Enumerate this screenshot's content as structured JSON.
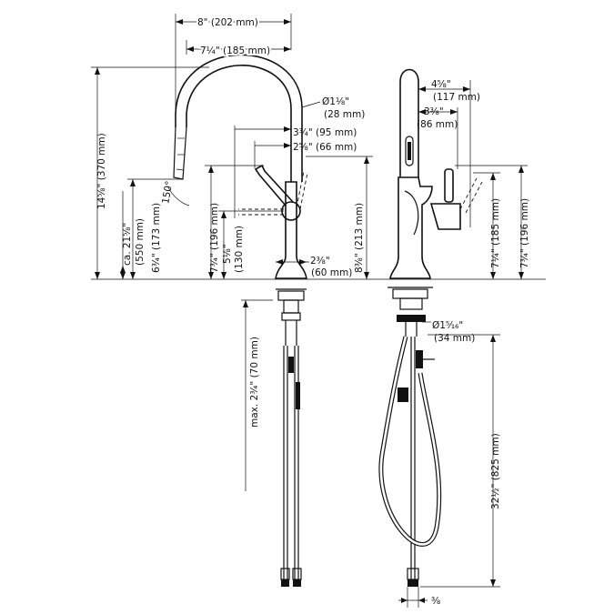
{
  "dimensions": {
    "width_total": "8\" (202 mm)",
    "width_spout": "7¼\" (185 mm)",
    "spout_diameter": "Ø1⅛\"",
    "spout_diameter_mm": "(28 mm)",
    "reach_handle": "3¾\" (95 mm)",
    "reach_handle_inner": "2⅝\" (66 mm)",
    "height_total": "14⅝\" (370 mm)",
    "height_max": "ca. 21⅝\"",
    "height_max_mm": "(550 mm)",
    "height_outlet": "6¾\" (173 mm)",
    "height_lever": "7¾\" (196 mm)",
    "height_lever_inner": "5⅛\"",
    "height_lever_inner_mm": "(130 mm)",
    "height_body": "8⅜\" (213 mm)",
    "base_width": "2⅜\"",
    "base_width_mm": "(60 mm)",
    "max_thickness": "max. 2¾\" (70 mm)",
    "side_reach": "4⅝\"",
    "side_reach_mm": "(117 mm)",
    "side_reach_inner": "3⅜\"",
    "side_reach_inner_mm": "(86 mm)",
    "side_height_inner": "7¼\" (185 mm)",
    "side_height": "7¾\" (196 mm)",
    "hole_diameter": "Ø1⁵⁄₁₆\"",
    "hole_diameter_mm": "(34 mm)",
    "hose_length": "32½\" (825 mm)",
    "connector": "⅜",
    "swivel_angle": "150°"
  }
}
